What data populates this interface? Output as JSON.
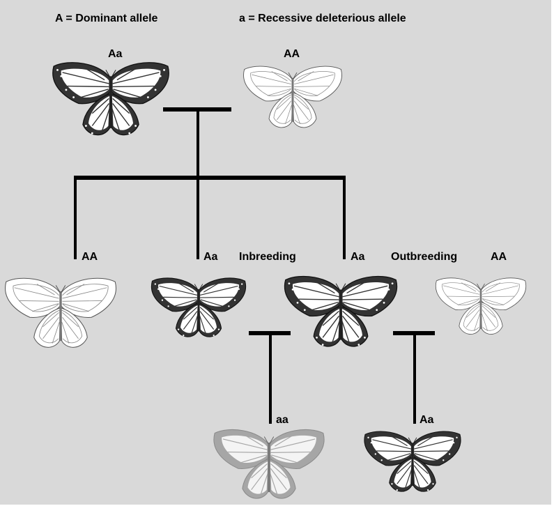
{
  "legend": {
    "dominant": "A = Dominant allele",
    "recessive": "a = Recessive deleterious allele"
  },
  "parents": {
    "left": {
      "genotype": "Aa",
      "phenotype": "dark"
    },
    "right": {
      "genotype": "AA",
      "phenotype": "pale"
    }
  },
  "offspring": [
    {
      "genotype": "AA",
      "phenotype": "pale"
    },
    {
      "genotype": "Aa",
      "phenotype": "dark"
    },
    {
      "genotype": "Aa",
      "phenotype": "dark"
    }
  ],
  "crosses": {
    "inbreeding_label": "Inbreeding",
    "outbreeding_label": "Outbreeding",
    "outbreeding_partner": {
      "genotype": "AA",
      "phenotype": "pale"
    }
  },
  "grandchildren": [
    {
      "genotype": "aa",
      "phenotype": "gray"
    },
    {
      "genotype": "Aa",
      "phenotype": "dark"
    }
  ],
  "colors": {
    "background": "#d9d9d9",
    "line": "#000000",
    "dark_wing_border": "#333333",
    "pale_wing_border": "#ffffff",
    "gray_wing_border": "#a6a6a6"
  }
}
